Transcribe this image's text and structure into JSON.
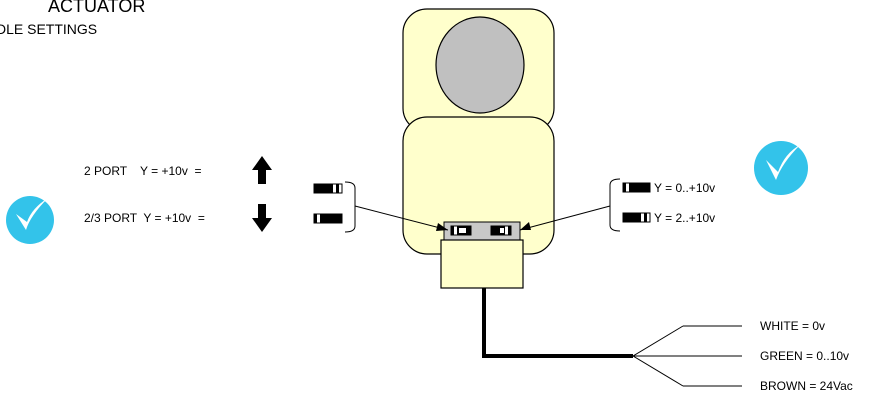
{
  "header": {
    "title": "ACTUATOR",
    "subtitle": "DLE SETTINGS"
  },
  "left_settings": {
    "row1": "2 PORT    Y = +10v  =",
    "row2": "2/3 PORT  Y = +10v  ="
  },
  "right_settings": {
    "row1": "Y = 0..+10v",
    "row2": "Y = 2..+10v"
  },
  "wires": [
    {
      "label": "WHITE = 0v"
    },
    {
      "label": "GREEN = 0..10v"
    },
    {
      "label": "BROWN = 24Vac"
    }
  ],
  "colors": {
    "housing_fill": "#ffffcc",
    "knob_fill": "#c0c0c0",
    "check_fill": "#33c3ea",
    "cable": "#000000"
  }
}
